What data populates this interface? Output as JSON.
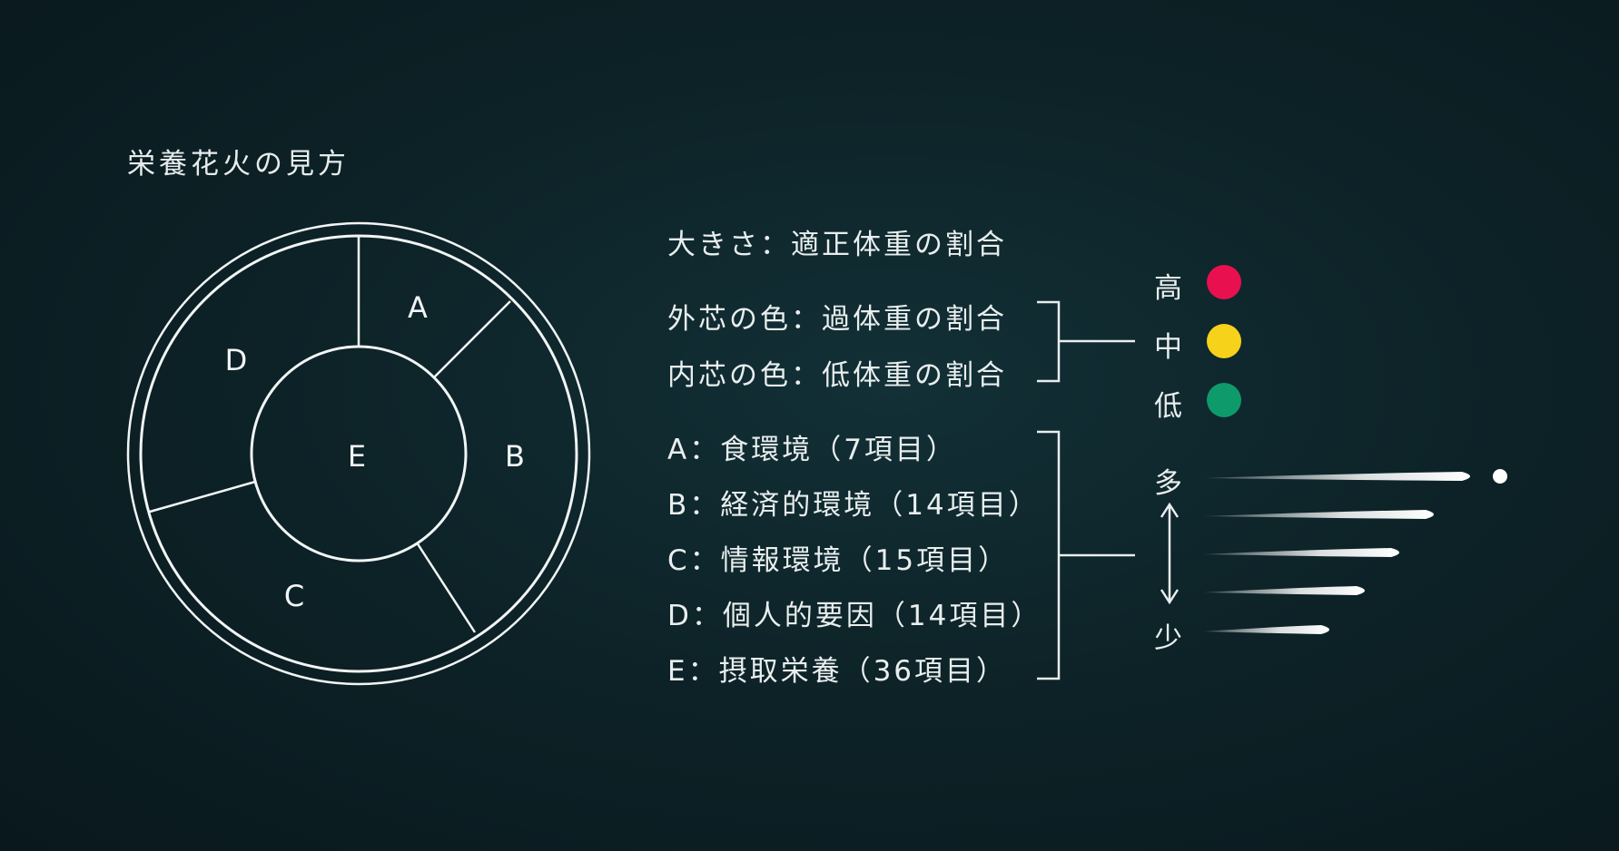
{
  "title": "栄養花火の見方",
  "wheel": {
    "segments": [
      {
        "id": "A",
        "label": "A"
      },
      {
        "id": "B",
        "label": "B"
      },
      {
        "id": "C",
        "label": "C"
      },
      {
        "id": "D",
        "label": "D"
      },
      {
        "id": "E",
        "label": "E"
      }
    ]
  },
  "size_legend": "大きさ：適正体重の割合",
  "color_legend": [
    "外芯の色：過体重の割合",
    "内芯の色：低体重の割合"
  ],
  "color_levels": [
    {
      "label": "高",
      "color": "#e8104e"
    },
    {
      "label": "中",
      "color": "#f7d21a"
    },
    {
      "label": "低",
      "color": "#0e9a6a"
    }
  ],
  "category_legend": [
    "A：食環境（7項目）",
    "B：経済的環境（14項目）",
    "C：情報環境（15項目）",
    "D：個人的要因（14項目）",
    "E：摂取栄養（36項目）"
  ],
  "amount_labels": {
    "high": "多",
    "low": "少"
  }
}
